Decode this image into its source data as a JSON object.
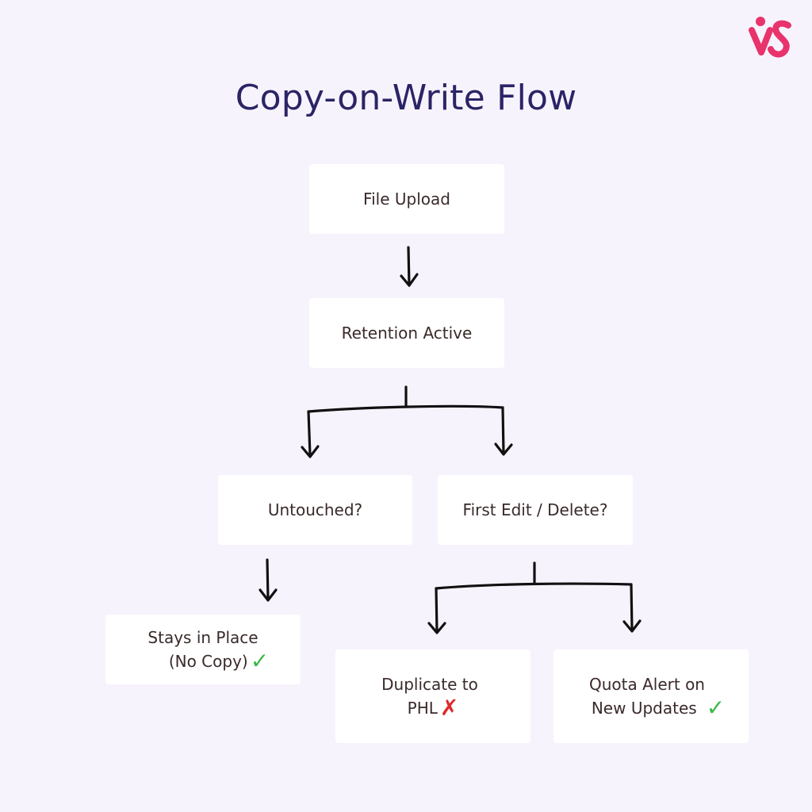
{
  "title": "Copy-on-Write Flow",
  "brand": {
    "accent": "#e8336d",
    "title_color": "#2a2466",
    "background": "#f7f3fc"
  },
  "nodes": {
    "file_upload": {
      "label": "File Upload"
    },
    "retention_active": {
      "label": "Retention Active"
    },
    "untouched": {
      "label": "Untouched?"
    },
    "first_edit_delete": {
      "label": "First Edit / Delete?"
    },
    "stays_in_place": {
      "line1": "Stays in Place",
      "line2": "(No Copy)",
      "mark": "✓",
      "mark_type": "check"
    },
    "duplicate_to_phl": {
      "line1": "Duplicate to",
      "line2": "PHL",
      "mark": "✗",
      "mark_type": "cross"
    },
    "quota_alert": {
      "line1": "Quota Alert on",
      "line2": "New Updates",
      "mark": "✓",
      "mark_type": "check"
    }
  },
  "icons": {
    "logo": "vs-logo-icon",
    "check": "check-icon",
    "cross": "cross-icon",
    "arrow": "arrow-down-icon"
  }
}
